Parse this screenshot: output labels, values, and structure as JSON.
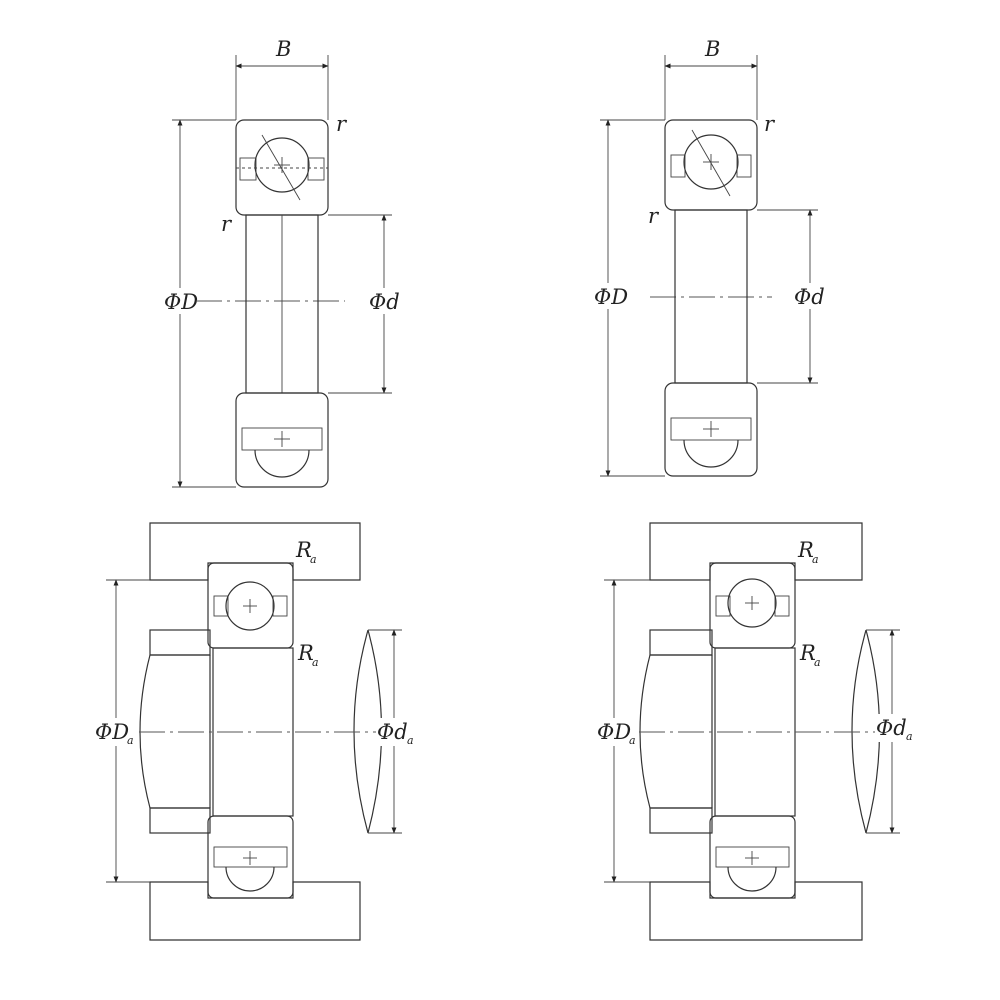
{
  "colors": {
    "line": "#333333",
    "hatch": "#555555",
    "background": "#ffffff"
  },
  "labels": {
    "width": "B",
    "chamfer": "r",
    "outer_diameter": "ΦD",
    "bore_diameter": "Φd",
    "housing_fillet_main": "R",
    "housing_fillet_sub": "a",
    "housing_diameter_main": "ΦD",
    "housing_diameter_sub": "a",
    "shaft_diameter_main": "Φd",
    "shaft_diameter_sub": "a"
  },
  "views": [
    {
      "name": "bearing-view-top-left"
    },
    {
      "name": "bearing-view-top-right"
    },
    {
      "name": "mounting-view-bottom-left"
    },
    {
      "name": "mounting-view-bottom-right"
    }
  ]
}
